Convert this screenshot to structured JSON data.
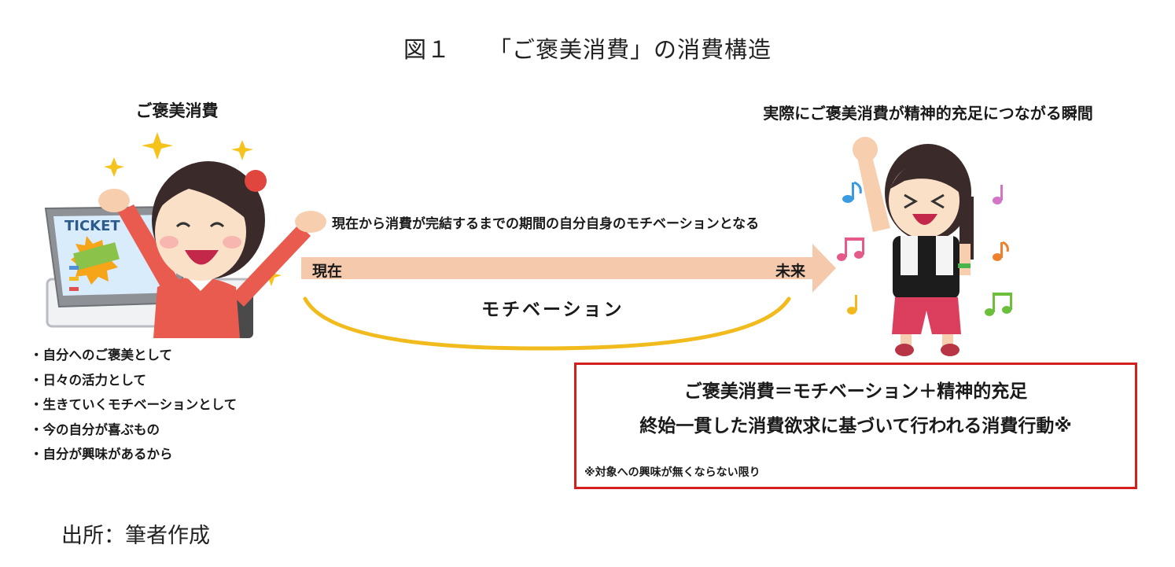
{
  "figure": {
    "number_label": "図１",
    "title": "「ご褒美消費」の消費構造"
  },
  "left_panel": {
    "heading": "ご褒美消費",
    "illustration": "woman-cheering-laptop-ticket-illustration",
    "laptop_screen_text": "TICKET",
    "ticket_badge_text": "TICKET",
    "reasons": [
      "・自分へのご褒美として",
      "・日々の活力として",
      "・生きていくモチベーションとして",
      "・今の自分が喜ぶもの",
      "・自分が興味があるから"
    ]
  },
  "timeline": {
    "explanation": "現在から消費が完結するまでの期間の自分自身のモチベーションとなる",
    "start_label": "現在",
    "end_label": "未来",
    "curve_label": "モチベーション",
    "arrow_color": "#f5c9ac",
    "curve_color": "#f2bb1d"
  },
  "right_panel": {
    "heading": "実際にご褒美消費が精神的充足につながる瞬間",
    "illustration": "woman-concert-fist-pump-music-notes-illustration"
  },
  "summary_box": {
    "line1": "ご褒美消費＝モチベーション＋精神的充足",
    "line2": "終始一貫した消費欲求に基づいて行われる消費行動※",
    "note": "※対象への興味が無くならない限り",
    "border_color": "#d3201f"
  },
  "source": "出所：筆者作成"
}
